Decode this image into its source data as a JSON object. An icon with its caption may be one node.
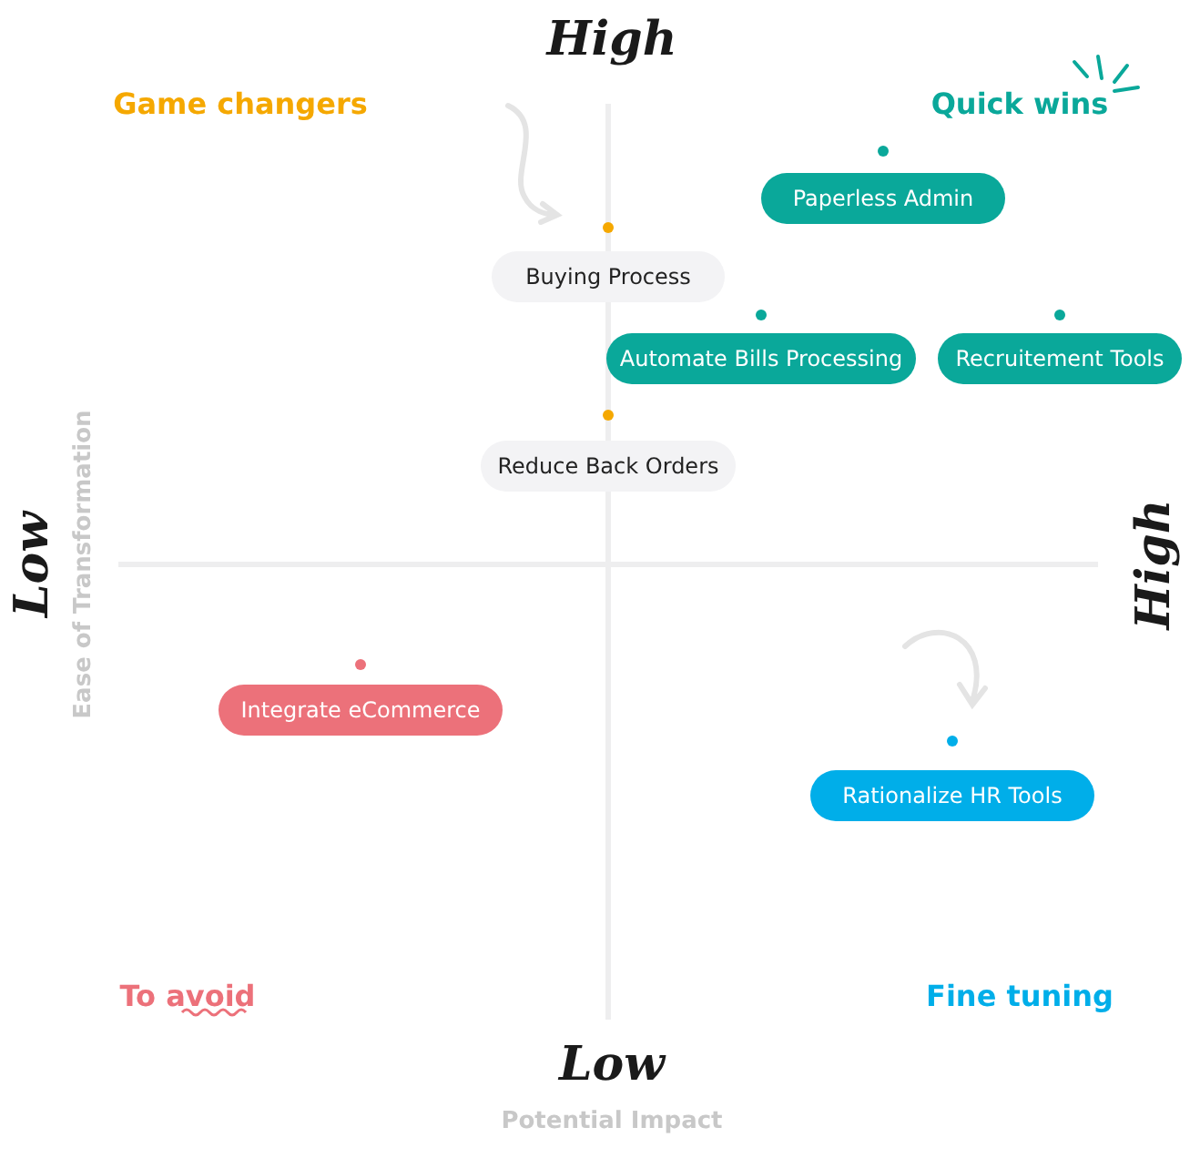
{
  "diagram": {
    "nodes": [
      {
        "text": [
          "Paperless Admin"
        ]
      },
      {
        "text": [
          "Buying Process"
        ]
      },
      {
        "text": [
          "Automate Bills Processing"
        ]
      },
      {
        "text": [
          "Recruitement Tools"
        ]
      },
      {
        "text": [
          "Reduce Back Orders"
        ]
      },
      {
        "text": [
          "Integrate eCommerce"
        ]
      },
      {
        "text": [
          "Rationalize HR Tools"
        ]
      }
    ],
    "labels": [
      "High",
      "Game changers",
      "Quick wins",
      "Low",
      "Ease of Transformation",
      "High",
      "To avoid",
      "Fine tuning",
      "Low",
      "Potential Impact"
    ]
  }
}
